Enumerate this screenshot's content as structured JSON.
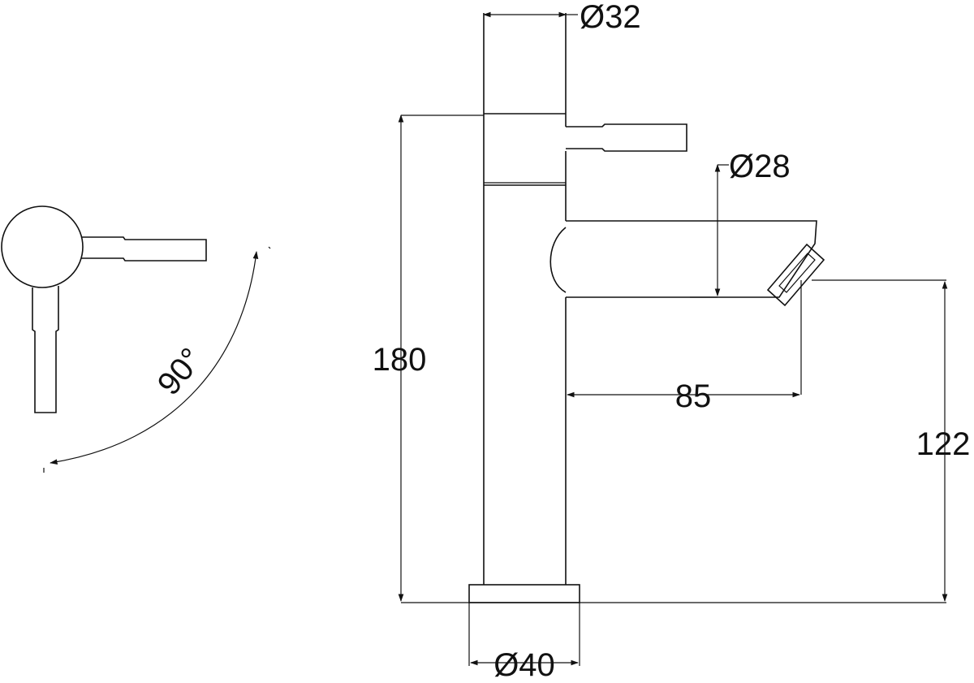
{
  "dimensions": {
    "body_diameter": "Ø32",
    "spout_diameter": "Ø28",
    "base_diameter": "Ø40",
    "total_height": "180",
    "spout_reach": "85",
    "spout_height": "122",
    "lever_rotation": "90°"
  },
  "colors": {
    "line": "#111111",
    "background": "#ffffff"
  }
}
